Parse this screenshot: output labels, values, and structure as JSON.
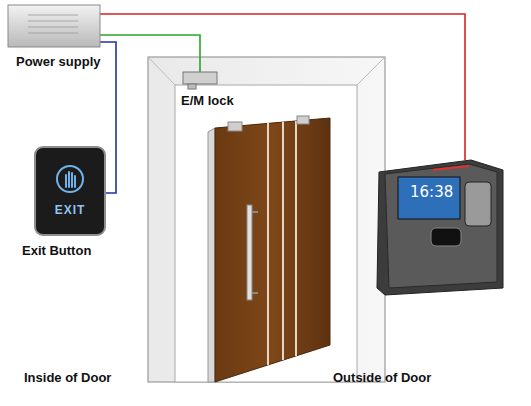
{
  "diagram": {
    "nodes": [
      {
        "text": [
          "Power supply"
        ]
      },
      {
        "text": [
          "E/M lock"
        ]
      },
      {
        "text": [
          "EXIT",
          "Exit Button"
        ]
      },
      {
        "text": [
          "16:38"
        ]
      }
    ],
    "edges": [
      {
        "from": 0,
        "to": 1,
        "arrow": "none"
      },
      {
        "from": 0,
        "to": 2,
        "arrow": "none"
      },
      {
        "from": 0,
        "to": 3,
        "arrow": "none"
      }
    ],
    "labels": [
      "Inside of Door",
      "Outside of Door"
    ]
  }
}
